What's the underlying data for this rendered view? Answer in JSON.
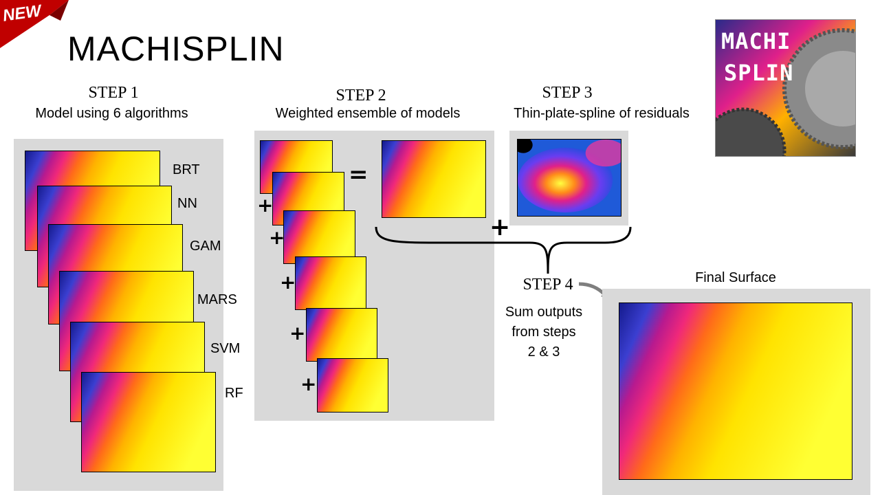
{
  "badge": "NEW",
  "title": "MACHISPLIN",
  "logo_text": [
    "MACHI",
    "SPLIN"
  ],
  "steps": {
    "step1": {
      "title": "STEP 1",
      "desc": "Model using 6 algorithms"
    },
    "step2": {
      "title": "STEP 2",
      "desc": "Weighted ensemble of models"
    },
    "step3": {
      "title": "STEP 3",
      "desc": "Thin-plate-spline of residuals"
    },
    "step4": {
      "title": "STEP 4",
      "desc_lines": [
        "Sum outputs",
        "from steps",
        "2 & 3"
      ]
    }
  },
  "algorithms": [
    "BRT",
    "NN",
    "GAM",
    "MARS",
    "SVM",
    "RF"
  ],
  "operators": {
    "plus": "+",
    "equals": "="
  },
  "final_label": "Final Surface",
  "colors": {
    "panel": "#d9d9d9",
    "badge": "#c00000",
    "arrow": "#7f7f7f"
  }
}
